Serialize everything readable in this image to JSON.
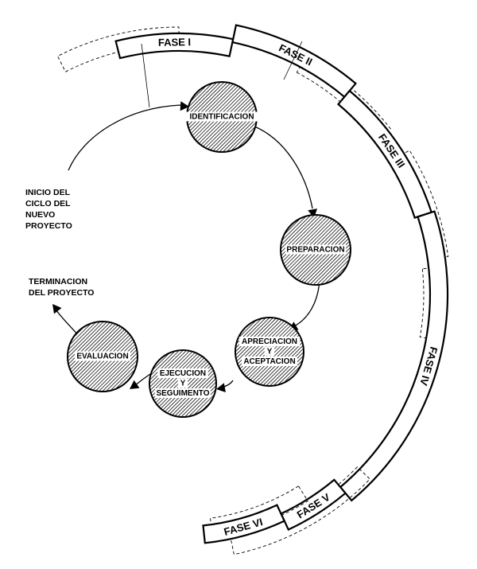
{
  "phases": [
    {
      "id": "fase-1",
      "label": "FASE I"
    },
    {
      "id": "fase-2",
      "label": "FASE II"
    },
    {
      "id": "fase-3",
      "label": "FASE III"
    },
    {
      "id": "fase-4",
      "label": "FASE IV"
    },
    {
      "id": "fase-5",
      "label": "FASE V"
    },
    {
      "id": "fase-6",
      "label": "FASE VI"
    }
  ],
  "nodes": [
    {
      "id": "identificacion",
      "lines": [
        "IDENTIFICACION"
      ]
    },
    {
      "id": "preparacion",
      "lines": [
        "PREPARACION"
      ]
    },
    {
      "id": "apreciacion",
      "lines": [
        "APRECIACION",
        "Y",
        "ACEPTACION"
      ]
    },
    {
      "id": "ejecucion",
      "lines": [
        "EJECUCION",
        "Y",
        "SEGUIMENTO"
      ]
    },
    {
      "id": "evaluacion",
      "lines": [
        "EVALUACION"
      ]
    }
  ],
  "start_text": [
    "INICIO DEL",
    "CICLO DEL",
    "NUEVO",
    "PROYECTO"
  ],
  "end_text": [
    "TERMINACION",
    "DEL PROYECTO"
  ]
}
